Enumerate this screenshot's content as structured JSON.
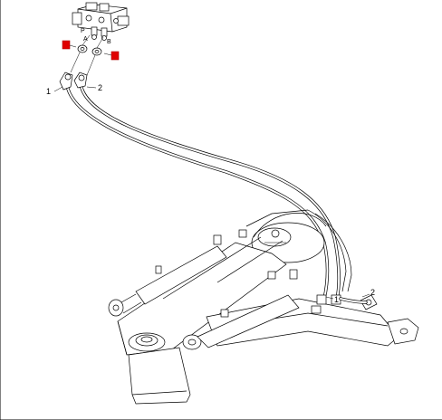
{
  "diagram": {
    "callouts": {
      "item1_top": "1",
      "item2_top": "2",
      "item1_right": "1",
      "item2_right": "2"
    },
    "ports": {
      "p": "P",
      "a": "A",
      "b": "B"
    },
    "markers": {
      "color": "#e00000",
      "count": 2
    },
    "colors": {
      "line": "#000000",
      "background": "#ffffff"
    }
  }
}
